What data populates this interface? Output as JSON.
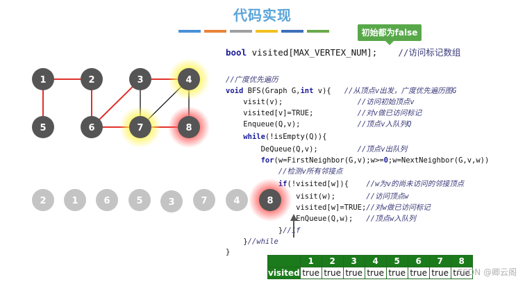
{
  "title": "代码实现",
  "stripe_colors": [
    "#4a90d9",
    "#e8843a",
    "#a0a0a0",
    "#f0c020",
    "#3f6fb8",
    "#6aaa4a"
  ],
  "tooltip": "初始都为false",
  "code": {
    "decl": {
      "kw": "bool",
      "text": " visited[MAX_VERTEX_NUM];",
      "comment": "//访问标记数组"
    },
    "lines": [
      {
        "parts": [
          [
            "cm",
            "//广度优先遍历"
          ]
        ]
      },
      {
        "parts": [
          [
            "kw",
            "void"
          ],
          [
            "tx",
            " BFS(Graph G,"
          ],
          [
            "kw",
            "int"
          ],
          [
            "tx",
            " v){   "
          ],
          [
            "cm",
            "//从顶点v出发，广度优先遍历图G"
          ]
        ]
      },
      {
        "parts": [
          [
            "tx",
            "    visit(v);                 "
          ],
          [
            "cm",
            "//访问初始顶点v"
          ]
        ]
      },
      {
        "parts": [
          [
            "tx",
            "    visited[v]=TRUE;          "
          ],
          [
            "cm",
            "//对v做已访问标记"
          ]
        ]
      },
      {
        "parts": [
          [
            "tx",
            "    Enqueue(Q,v);             "
          ],
          [
            "cm",
            "//顶点v入队列Q"
          ]
        ]
      },
      {
        "parts": [
          [
            "tx",
            "    "
          ],
          [
            "kw",
            "while"
          ],
          [
            "tx",
            "(!isEmpty(Q)){"
          ]
        ]
      },
      {
        "parts": [
          [
            "tx",
            "        DeQueue(Q,v);         "
          ],
          [
            "cm",
            "//顶点v出队列"
          ]
        ]
      },
      {
        "parts": [
          [
            "tx",
            "        "
          ],
          [
            "kw",
            "for"
          ],
          [
            "tx",
            "(w=FirstNeighbor(G,v);w>="
          ],
          [
            "num",
            "0"
          ],
          [
            "tx",
            ";w=NextNeighbor(G,v,w))"
          ]
        ]
      },
      {
        "parts": [
          [
            "tx",
            "            "
          ],
          [
            "cm",
            "//检测v所有邻接点"
          ]
        ]
      },
      {
        "parts": [
          [
            "tx",
            "            "
          ],
          [
            "kw",
            "if"
          ],
          [
            "tx",
            "(!visited[w]){    "
          ],
          [
            "cm",
            "//w为v的尚未访问的邻接顶点"
          ]
        ]
      },
      {
        "parts": [
          [
            "tx",
            "                visit(w);       "
          ],
          [
            "cm",
            "//访问顶点w"
          ]
        ]
      },
      {
        "parts": [
          [
            "tx",
            "                visited[w]=TRUE;"
          ],
          [
            "cm",
            "//对w做已访问标记"
          ]
        ]
      },
      {
        "parts": [
          [
            "tx",
            "                EnQueue(Q,w);   "
          ],
          [
            "cm",
            "//顶点w入队列"
          ]
        ]
      },
      {
        "parts": [
          [
            "tx",
            "            }"
          ],
          [
            "cm",
            "//if"
          ]
        ]
      },
      {
        "parts": [
          [
            "tx",
            "    }"
          ],
          [
            "cm",
            "//while"
          ]
        ]
      },
      {
        "parts": [
          [
            "tx",
            "}"
          ]
        ]
      }
    ]
  },
  "graph": {
    "vertices": [
      "1",
      "2",
      "3",
      "4",
      "5",
      "6",
      "7",
      "8"
    ],
    "edges": [
      {
        "from": "1",
        "to": "2",
        "style": "red"
      },
      {
        "from": "2",
        "to": "6",
        "style": "red"
      },
      {
        "from": "1",
        "to": "5",
        "style": "red"
      },
      {
        "from": "6",
        "to": "3",
        "style": "red"
      },
      {
        "from": "6",
        "to": "7",
        "style": "red"
      },
      {
        "from": "3",
        "to": "4",
        "style": "red"
      },
      {
        "from": "3",
        "to": "7",
        "style": "black"
      },
      {
        "from": "7",
        "to": "4",
        "style": "black"
      },
      {
        "from": "7",
        "to": "8",
        "style": "red"
      },
      {
        "from": "4",
        "to": "8",
        "style": "black"
      }
    ],
    "highlight_yellow": [
      "4",
      "7"
    ],
    "highlight_red": [
      "8"
    ]
  },
  "queue": {
    "items": [
      "2",
      "1",
      "6",
      "5",
      "3",
      "7",
      "4",
      "8"
    ],
    "active": "8"
  },
  "visited_table": {
    "row_label": "visited",
    "headers": [
      "1",
      "2",
      "3",
      "4",
      "5",
      "6",
      "7",
      "8"
    ],
    "values": [
      "true",
      "true",
      "true",
      "true",
      "true",
      "true",
      "true",
      "true"
    ]
  },
  "watermark": "CSDN @卿云阁"
}
